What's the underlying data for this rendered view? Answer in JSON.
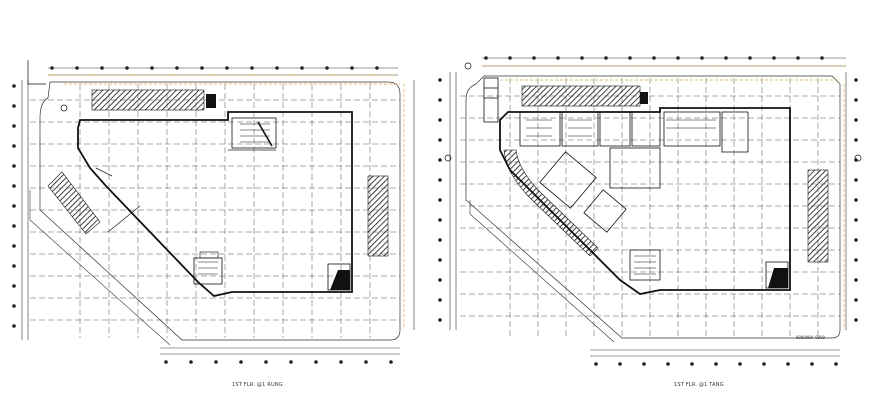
{
  "drawing": {
    "background": "#ffffff",
    "line_color": "#1a1a1a",
    "grid_color": "#555555",
    "accent_color": "#d9a64a"
  },
  "plans": [
    {
      "id": "left",
      "title": "1ST FLR. @1 RUNG",
      "scale_note": ""
    },
    {
      "id": "right",
      "title": "1ST FLR. @1 TANG",
      "scale_note": "0000000 0000"
    }
  ]
}
